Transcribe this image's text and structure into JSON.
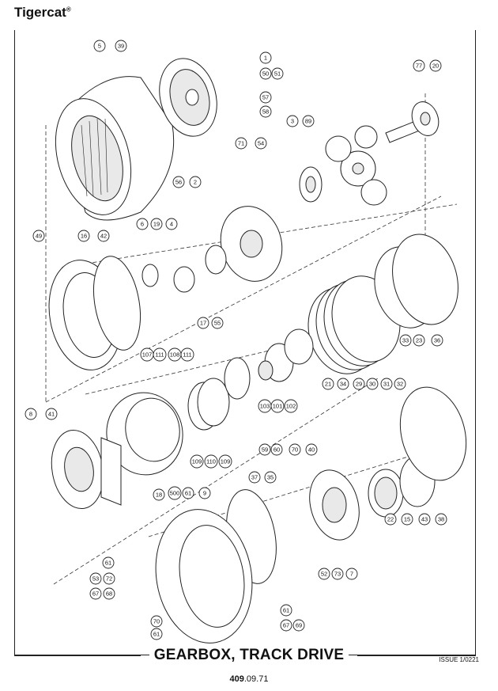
{
  "header": {
    "brand": "Tigercat",
    "registered": "®"
  },
  "title": "GEARBOX, TRACK DRIVE",
  "issue": "ISSUE 1/0221",
  "page_number": {
    "major": "409",
    "minor": ".09.71"
  },
  "callouts": [
    "5",
    "39",
    "1",
    "50",
    "51",
    "57",
    "58",
    "77",
    "20",
    "3",
    "89",
    "71",
    "54",
    "56",
    "2",
    "49",
    "16",
    "42",
    "6",
    "19",
    "4",
    "17",
    "55",
    "107",
    "111",
    "108",
    "111",
    "103",
    "101",
    "102",
    "21",
    "34",
    "29",
    "30",
    "31",
    "32",
    "33",
    "23",
    "36",
    "8",
    "41",
    "109",
    "110",
    "109",
    "18",
    "59",
    "60",
    "70",
    "40",
    "37",
    "35",
    "500",
    "61",
    "9",
    "22",
    "15",
    "43",
    "38",
    "61",
    "53",
    "72",
    "67",
    "68",
    "52",
    "73",
    "7",
    "61",
    "70",
    "61",
    "67",
    "69"
  ]
}
